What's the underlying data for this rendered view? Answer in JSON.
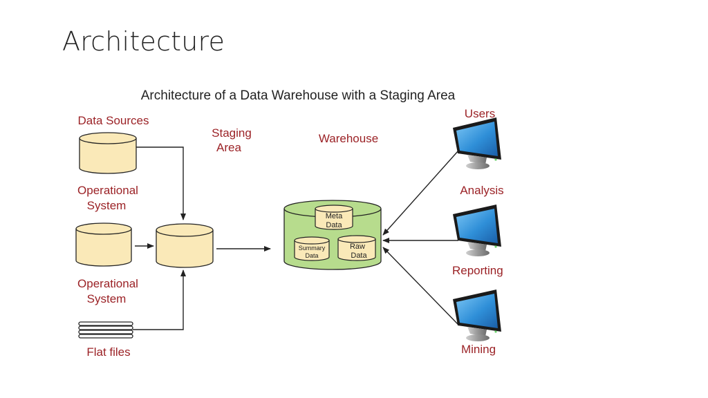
{
  "slide": {
    "title": "Architecture"
  },
  "diagram": {
    "title": "Architecture of a Data Warehouse with a Staging Area",
    "labels": {
      "data_sources": "Data Sources",
      "staging_area_line1": "Staging",
      "staging_area_line2": "Area",
      "warehouse": "Warehouse",
      "users": "Users",
      "operational_system_1_line1": "Operational",
      "operational_system_1_line2": "System",
      "operational_system_2_line1": "Operational",
      "operational_system_2_line2": "System",
      "flat_files": "Flat files",
      "analysis": "Analysis",
      "reporting": "Reporting",
      "mining": "Mining",
      "meta_data_line1": "Meta",
      "meta_data_line2": "Data",
      "summary_data_line1": "Summary",
      "summary_data_line2": "Data",
      "raw_data_line1": "Raw",
      "raw_data_line2": "Data"
    },
    "colors": {
      "label_red": "#9b2226",
      "cylinder_fill": "#fae9b8",
      "warehouse_fill": "#b7dc8d",
      "monitor_screen": "#2f8fd8",
      "stroke": "#222222"
    }
  }
}
